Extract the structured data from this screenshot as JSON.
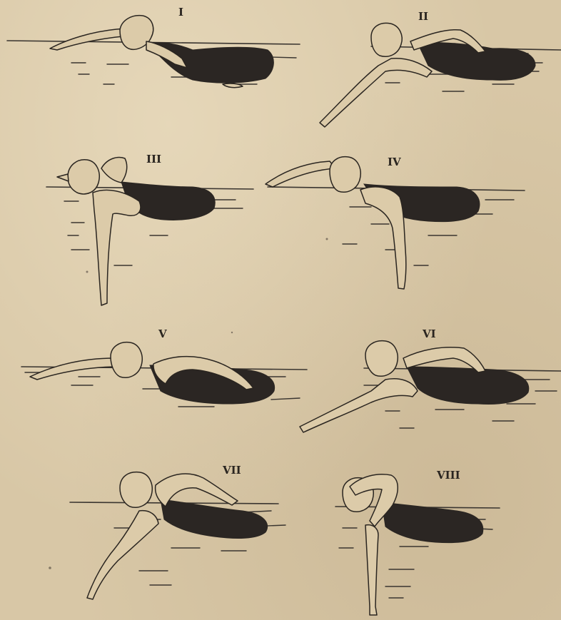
{
  "figure": {
    "stages": [
      {
        "label": "I"
      },
      {
        "label": "II"
      },
      {
        "label": "III"
      },
      {
        "label": "IV"
      },
      {
        "label": "V"
      },
      {
        "label": "VI"
      },
      {
        "label": "VII"
      },
      {
        "label": "VIII"
      }
    ],
    "colors": {
      "paper": "#d8c7a6",
      "ink": "#2a2520",
      "suit": "#2b2623"
    }
  }
}
